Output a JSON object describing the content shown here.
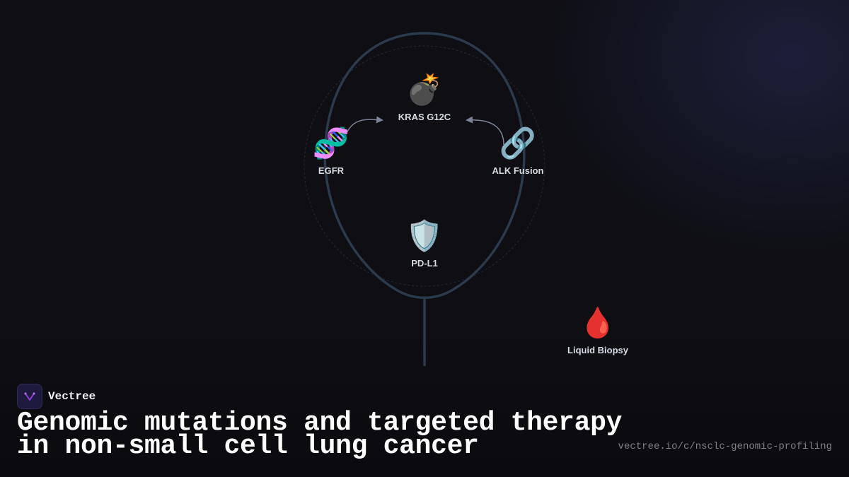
{
  "diagram": {
    "nodes": {
      "kras": {
        "icon": "bomb-icon",
        "emoji": "💣",
        "label": "KRAS G12C"
      },
      "egfr": {
        "icon": "dna-icon",
        "emoji": "🧬",
        "label": "EGFR"
      },
      "alk": {
        "icon": "link-icon",
        "emoji": "🔗",
        "label": "ALK Fusion"
      },
      "pdl1": {
        "icon": "shield-icon",
        "emoji": "🛡️",
        "label": "PD-L1"
      },
      "liquid": {
        "icon": "blood-drop-icon",
        "emoji": "🩸",
        "label": "Liquid Biopsy"
      }
    },
    "colors": {
      "outline": "#2c3a4e",
      "arrow": "#7a8496",
      "dashed_circle": "#242b38"
    }
  },
  "brand": {
    "name": "Vectree",
    "logo_color": "#8e3fd6"
  },
  "title": "Genomic mutations and targeted therapy in non-small cell lung cancer",
  "url": "vectree.io/c/nsclc-genomic-profiling"
}
